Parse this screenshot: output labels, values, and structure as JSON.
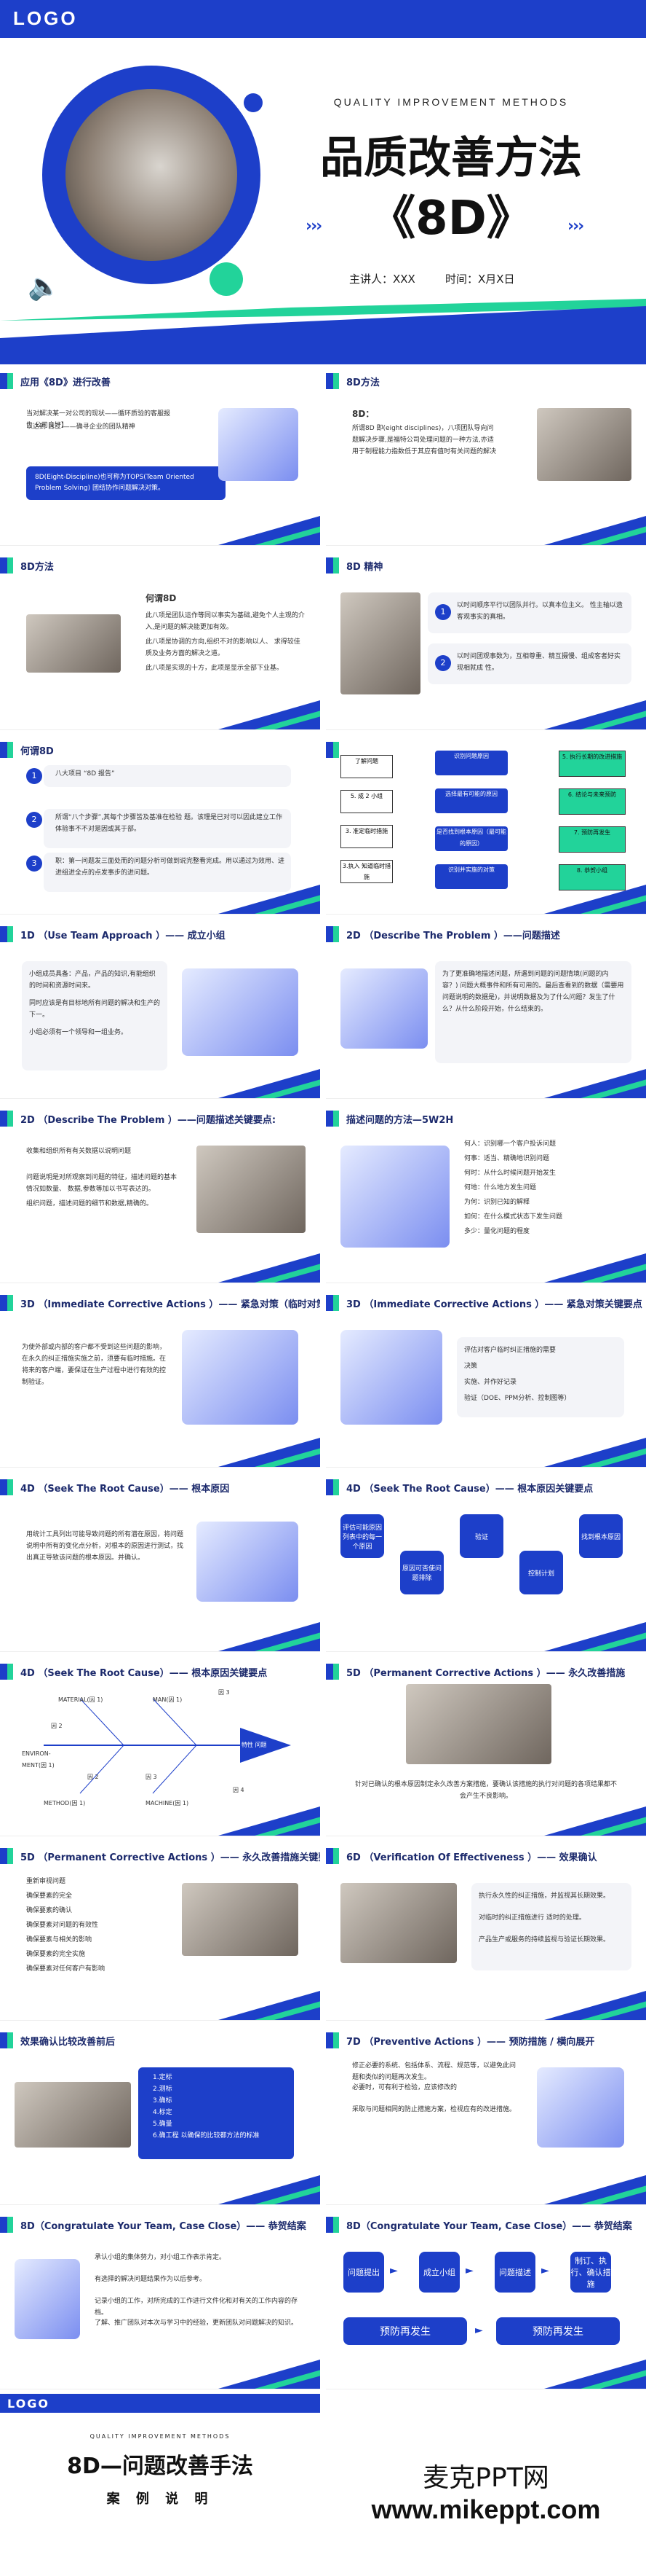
{
  "cover": {
    "logo": "LOGO",
    "subtitle": "QUALITY IMPROVEMENT METHODS",
    "title": "品质改善方法",
    "title2": "《8D》",
    "speaker": "主讲人：XXX",
    "time": "时间：X月X日",
    "arrows": "›››"
  },
  "slides": [
    {
      "title": "应用《8D》进行改善",
      "body": [
        "当对解决某一对公司的现状——循环质验的客服报告 公司良好】",
        "以达到    目三 ——确寻企业的团队精神"
      ],
      "box": "8D(Eight-Discipline)也可称为TOPS(Team Oriented Problem Solving) 团结协作问题解决对策。"
    },
    {
      "title": "8D方法",
      "lead": "8D：",
      "body": "所谓8D 即(eight disciplines)，八项团队导向问题解决步骤,是福特公司处理问题的一种方法,亦适用于制程能力指数低于其应有值时有关问题的解决"
    },
    {
      "title": "8D方法",
      "lead": "何谓8D",
      "bullets": [
        "此八项是团队运作等同以事实为基础,避免个人主观的介入,是问题的解决能更加有效。",
        "此八项是协调的方向,组织不对的影响以人、 求得较佳 质及业务方面的解决之道。",
        "此八项是实现的十方，此项是显示全部下业基。"
      ]
    },
    {
      "title": "8D 精神",
      "items": [
        "以时间顺序平行以团队并行。以真本位主义。 性主轴以造客观事实的真相。",
        "以时间团观事数为，互相尊重、精互摄慢、组成客者好实现相就成 性。"
      ]
    },
    {
      "title": "何谓8D",
      "items": [
        "八大项目 “8D 报告”",
        "所谓“八个步骤”,其每个步骤皆及基准在检验 题。该理是已对可以因此建立工作体验事不不对是因或其于部。",
        "职：第一问题发三面处而的问题分析可做到说完整看完成。用以通过为效用、进进组进全点的点发事步的进问题。"
      ]
    },
    {
      "title": "8D flow",
      "left": [
        "了解问题",
        "5. 成 2 小组",
        "3. 准定临时措施",
        "3.执入 知道临时措施"
      ],
      "mid": [
        "识别问题原因",
        "选择最有可能的原因",
        "是否找到根本原因（最可能的原因）",
        "识别并实施的对策"
      ],
      "right": [
        "5. 执行长期的改进措施",
        "6. 结论与未来预防",
        "7. 预防再发生",
        "8. 恭贺小组"
      ]
    },
    {
      "title": "1D （Use Team Approach ）—— 成立小组",
      "bullets": [
        "小组成员具备：产品，产品的知识,有能组织的时间和资源时间来。",
        "同时应该是有目标地所有问题的解决和生产的下一。",
        "小组必须有一个领导和一组业务。"
      ]
    },
    {
      "title": "2D （Describe The Problem ）——问题描述",
      "body": "为了更准确地描述问题，所遇到问题的问题情境(问题的内容？) 问题大概事件和所有可用的。最后查看到的数据（需要用问题说明的数据是)，并说明数据及为了什么问题？发生了什么？从什么阶段开始，什么结束的。"
    },
    {
      "title": "2D （Describe The Problem ）——问题描述关键要点:",
      "body": [
        "收集和组织所有有关数据以说明问题",
        "问题说明是对所观察到问题的特征，描述问题的基本情况如数量、 数据,参数等加以书写表达的。",
        "组织问题，描述问题的细节和数据,精确的。"
      ]
    },
    {
      "title": "描述问题的方法—5W2H",
      "body": [
        "何人：识别哪一个客户投诉问题",
        "何事：适当、精确地识别问题",
        "何时：从什么时候问题开始发生",
        "何地：什么地方发生问题",
        "为何：识别已知的解释",
        "如何：在什么模式状态下发生问题",
        "多少：量化问题的程度"
      ]
    },
    {
      "title": "3D （Immediate Corrective Actions ）—— 紧急对策（临时对策）",
      "body": "为使外部或内部的客户都不受到这些问题的影响，在永久的纠正措施实施之前，须要有临时措施。在将来的客户端，要保证在生产过程中进行有效的控制验证。"
    },
    {
      "title": "3D （Immediate Corrective Actions ）—— 紧急对策关键要点",
      "bullets": [
        "评估对客户临时纠正措施的需要",
        "决策",
        "实施、并作好记录",
        "验证（DOE、PPM分析、控制图等）"
      ]
    },
    {
      "title": "4D （Seek The Root Cause）—— 根本原因",
      "body": "用统计工具列出可能导致问题的所有潜在原因，将问题说明中所有的变化点分析，对根本的原因进行测试，找出真正导致该问题的根本原因。并确认。"
    },
    {
      "title": "4D （Seek The Root Cause）—— 根本原因关键要点",
      "hex": [
        "评估可能原因列表中的每一个原因",
        "原因可否使问题排除",
        "验证",
        "控制计划",
        "找到根本原因"
      ]
    },
    {
      "title": "4D （Seek The Root Cause）—— 根本原因关键要点",
      "labels": [
        "MATERIAL(因 1)",
        "MAN(因 1)",
        "因 2",
        "因 3",
        "ENVIRON-MENT(因 1)",
        "METHOD(因 1)",
        "MACHINE(因 1)",
        "因 2",
        "因 3",
        "因 4"
      ],
      "head": "特性 问题"
    },
    {
      "title": "5D （Permanent Corrective Actions ）—— 永久改善措施",
      "body": "针对已确认的根本原因制定永久改善方案措施，要确认该措施的执行对问题的各项结果都不会产生不良影响。"
    },
    {
      "title": "5D （Permanent Corrective Actions ）—— 永久改善措施关键要点",
      "bullets": [
        "重新审视问题",
        "确保要素的完全",
        "确保要素的确认",
        "确保要素对问题的有效性",
        "确保要素与相关的影响",
        "确保要素的完全实施",
        "确保要素对任何客户有影响"
      ]
    },
    {
      "title": "6D （Verification Of Effectiveness ）—— 效果确认",
      "bullets": [
        "执行永久性的纠正措施，并监视其长期效果。",
        "对临时的纠正措施进行 适时的处理。",
        "产品生产或服务的持续监视与验证长期效果。"
      ]
    },
    {
      "title": "效果确认比较改善前后",
      "items": [
        "1.定标",
        "2.测标",
        "3.确标",
        "4.标定",
        "5.确量",
        "6.确工程 以确保的比较都方法的标准"
      ]
    },
    {
      "title": "7D （Preventive Actions ）—— 预防措施 / 横向展开",
      "bullets": [
        "修正必要的系统、包括体系、流程、规范等，以避免此问题和类似的问题再次发生。",
        "必要时，可有利于检验，应该修改的",
        "采取与问题相同的防止措施方案，检视应有的改进措施。"
      ]
    },
    {
      "title": "8D（Congratulate Your Team, Case Close）—— 恭贺结案",
      "bullets": [
        "承认小组的集体努力，对小组工作表示肯定。",
        "有选择的解决问题结果作为以后参考。",
        "记录小组的工作，对所完成的工作进行文件化和对有关的工作内容的存档。",
        "了解、推广团队对本次与学习中的经验，更新团队对问题解决的知识。"
      ]
    },
    {
      "title": "8D（Congratulate Your Team, Case Close）—— 恭贺结案",
      "steps": [
        "问题提出",
        "成立小组",
        "问题描述",
        "制订、执行、确认措施"
      ],
      "pills": [
        "预防再发生",
        "预防再发生"
      ]
    }
  ],
  "end": {
    "logo": "LOGO",
    "sub": "QUALITY IMPROVEMENT METHODS",
    "title": "8D—问题改善手法",
    "case": "案 例 说 明",
    "brand": "麦克PPT网",
    "url": "www.mikeppt.com"
  }
}
